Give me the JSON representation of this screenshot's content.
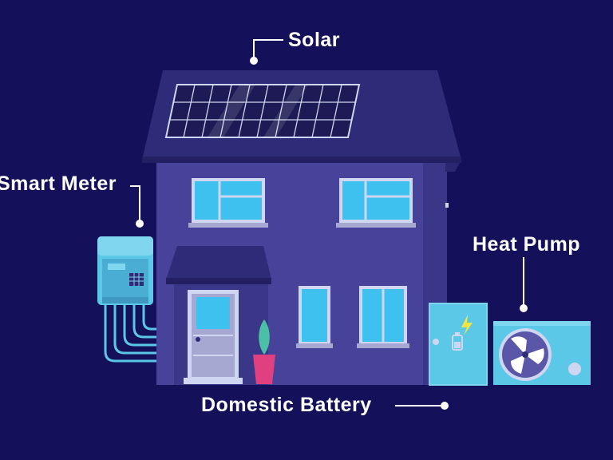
{
  "labels": {
    "solar": "Solar",
    "smart_meter": "Smart Meter",
    "heat_pump": "Heat Pump",
    "domestic_battery": "Domestic Battery"
  },
  "icons": {
    "battery": "battery-icon",
    "lightning": "lightning-bolt-icon",
    "fan": "fan-icon"
  },
  "colors": {
    "background": "#15105a",
    "roof": "#2e2b78",
    "wall": "#47439a",
    "wall_shade": "#3b3788",
    "window_glass": "#3ec1ee",
    "window_frame": "#cfd6f2",
    "device_cyan": "#5ac8e6",
    "device_cyan_light": "#7fd6ee",
    "plant_pot": "#e0407f",
    "plant_leaf": "#4cc0a6",
    "door": "#a6a8d2",
    "callout_line": "#ffffff"
  }
}
